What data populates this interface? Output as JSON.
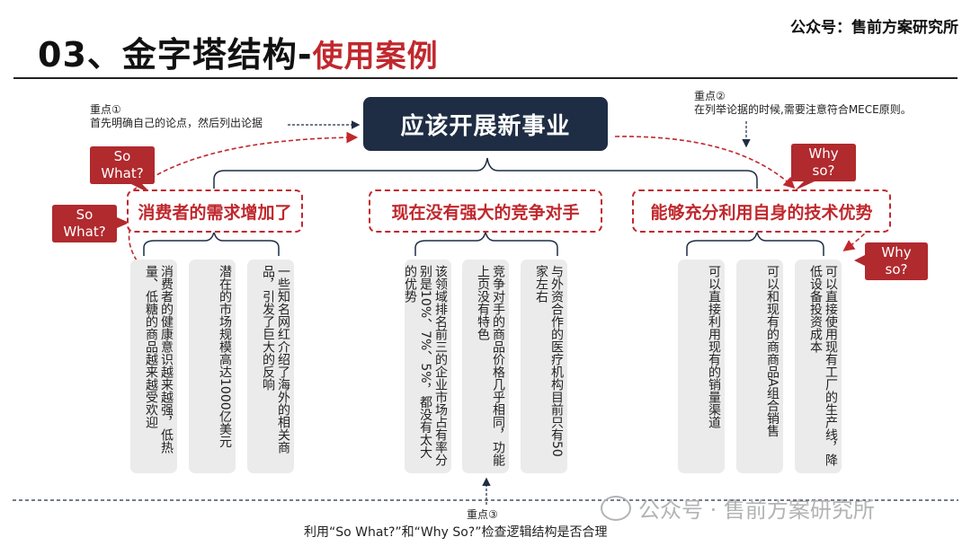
{
  "header": {
    "title_main": "03、金字塔结构-",
    "title_sub": "使用案例",
    "brand": "公众号：售前方案研究所"
  },
  "main_point": "应该开展新事业",
  "notes": {
    "note1_title": "重点①",
    "note1_text": "首先明确自己的论点，然后列出论据",
    "note2_title": "重点②",
    "note2_text": "在列举论据的时候,需要注意符合MECE原则。",
    "note3_title": "重点③",
    "note3_text": "利用“So What?”和“Why So?”检查逻辑结构是否合理"
  },
  "callouts": {
    "so_what_1": [
      "So",
      "What?"
    ],
    "so_what_2": [
      "So",
      "What?"
    ],
    "why_so_1": [
      "Why",
      "so?"
    ],
    "why_so_2": [
      "Why",
      "so?"
    ]
  },
  "categories": [
    {
      "label": "消费者的需求增加了",
      "cards": [
        "消费者的健康意识越来越强，低热量、低糖的商品越来越受欢迎",
        "潜在的市场规模高达1000亿美元",
        "一些知名网红介绍了海外的相关商品，引发了巨大的反响"
      ]
    },
    {
      "label": "现在没有强大的竞争对手",
      "cards": [
        "该领域排名前三的企业市场占有率分别是10%、7%、5%，都没有太大的优势",
        "竞争对手的商品价格几乎相同，功能上页没有特色",
        "与外资合作的医疗机构目前只有50家左右"
      ]
    },
    {
      "label": "能够充分利用自身的技术优势",
      "cards": [
        "可以直接利用现有的销量渠道",
        "可以和现有的商商品A组合销售",
        "可以直接使用现有工厂的生产线，降低设备投资成本"
      ]
    }
  ],
  "watermark": "公众号 · 售前方案研究所",
  "colors": {
    "accent": "#c0282d",
    "main_box": "#1f2d44",
    "card_bg": "#ebebeb",
    "callout": "#b02a2e"
  }
}
